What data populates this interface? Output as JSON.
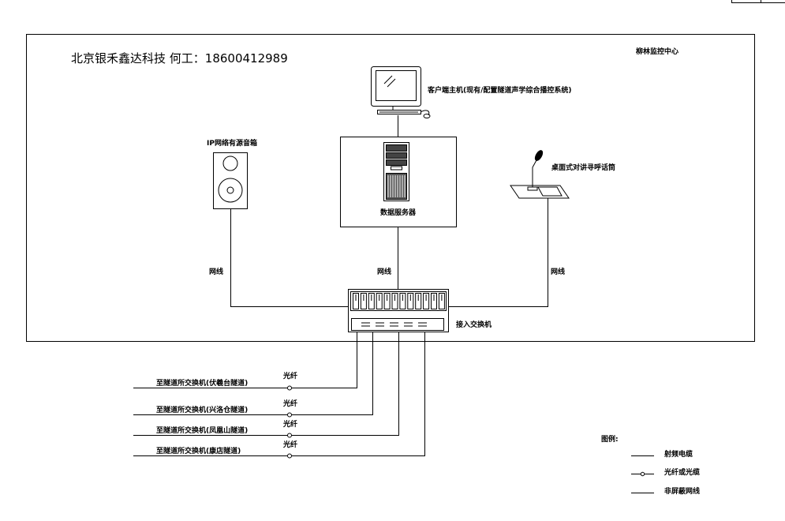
{
  "company_line": "北京银禾鑫达科技  何工：18600412989",
  "control_center": "柳林监控中心",
  "client_host": "客户端主机(现有/配置隧道声学综合播控系统)",
  "speaker": "IP网络有源音箱",
  "server": "数据服务器",
  "desk_mic": "桌面式对讲寻呼话筒",
  "switch": "接入交换机",
  "link_labels": [
    "网线",
    "网线",
    "网线"
  ],
  "tunnel_links": [
    {
      "label": "至隧道所交换机(伏羲台隧道)",
      "cable": "光纤"
    },
    {
      "label": "至隧道所交换机(兴洛仓隧道)",
      "cable": "光纤"
    },
    {
      "label": "至隧道所交换机(凤凰山隧道)",
      "cable": "光纤"
    },
    {
      "label": "至隧道所交换机(康店隧道)",
      "cable": "光纤"
    }
  ],
  "legend": {
    "title": "图例:",
    "items": [
      {
        "symbol": "line",
        "label": "射频电缆"
      },
      {
        "symbol": "fiber",
        "label": "光纤或光缆"
      },
      {
        "symbol": "line",
        "label": "非屏蔽网线"
      }
    ]
  }
}
